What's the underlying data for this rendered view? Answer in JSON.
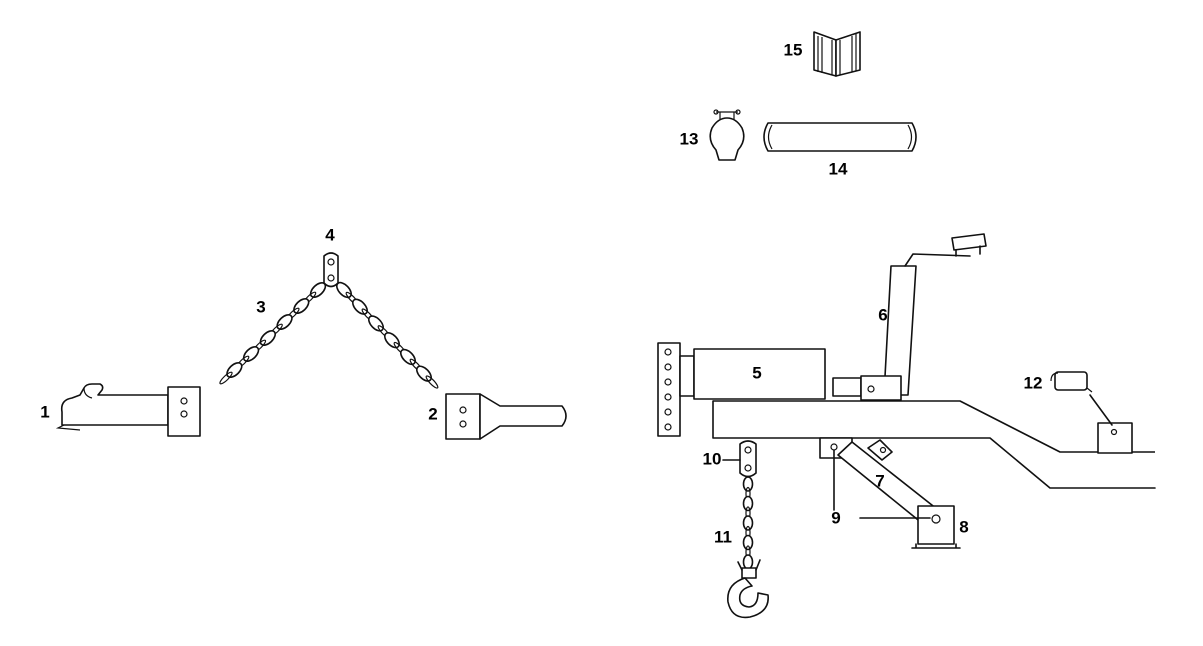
{
  "callouts": [
    {
      "number": "1"
    },
    {
      "number": "2"
    },
    {
      "number": "3"
    },
    {
      "number": "4"
    },
    {
      "number": "5"
    },
    {
      "number": "6"
    },
    {
      "number": "7"
    },
    {
      "number": "8"
    },
    {
      "number": "9"
    },
    {
      "number": "10"
    },
    {
      "number": "11"
    },
    {
      "number": "12"
    },
    {
      "number": "13"
    },
    {
      "number": "14"
    },
    {
      "number": "15"
    }
  ]
}
